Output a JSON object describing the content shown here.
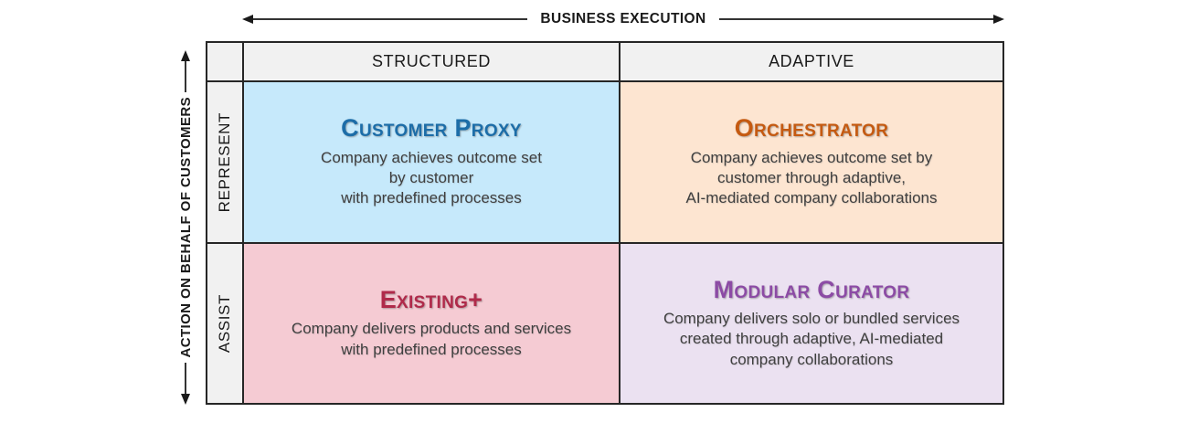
{
  "top_axis": {
    "label": "BUSINESS EXECUTION"
  },
  "left_axis": {
    "label": "ACTION ON BEHALF OF CUSTOMERS"
  },
  "column_headers": [
    "STRUCTURED",
    "ADAPTIVE"
  ],
  "row_headers": [
    "REPRESENT",
    "ASSIST"
  ],
  "quadrants": [
    {
      "title": "Customer Proxy",
      "description": "Company achieves outcome set\nby customer\nwith predefined processes",
      "bg": "#C6E9FB",
      "title_color": "#1C6DA8"
    },
    {
      "title": "Orchestrator",
      "description": "Company achieves outcome set by\ncustomer through adaptive,\nAI-mediated company collaborations",
      "bg": "#FDE5D1",
      "title_color": "#C55A11"
    },
    {
      "title": "Existing+",
      "description": "Company delivers products and services\nwith predefined processes",
      "bg": "#F5CBD3",
      "title_color": "#B02A4A"
    },
    {
      "title": "Modular Curator",
      "description": "Company delivers solo or bundled services\ncreated through adaptive, AI-mediated\ncompany collaborations",
      "bg": "#EBE1F1",
      "title_color": "#8C4BA5"
    }
  ],
  "colors": {
    "header_bg": "#F1F1F1",
    "border": "#262626",
    "axis_line": "#333333",
    "body_text": "#3F3F3F",
    "axis_text": "#1A1A1A"
  }
}
